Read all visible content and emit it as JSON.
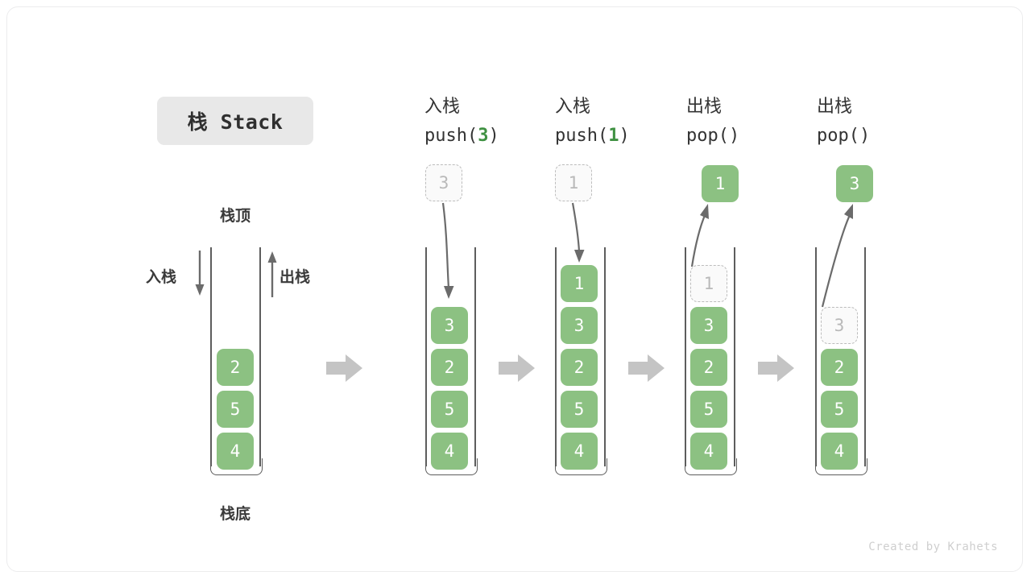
{
  "title": {
    "text": "栈 Stack"
  },
  "labels": {
    "top": "栈顶",
    "bottom": "栈底",
    "push": "入栈",
    "pop": "出栈"
  },
  "footer": {
    "credit": "Created by Krahets"
  },
  "colors": {
    "cell_fill": "#8cc182",
    "cell_text": "#ffffff",
    "ghost_border": "#bdbdbd",
    "ghost_text": "#b9b9b9",
    "accent_green": "#3f9142",
    "arrow_gray": "#c4c4c4",
    "line_gray": "#5d5d5d",
    "badge_bg": "#e8e8e8"
  },
  "columns": [
    {
      "id": "initial",
      "header_line1": "",
      "header_line2": "",
      "incoming": null,
      "popped": null,
      "cells": [
        {
          "value": "2",
          "state": "filled"
        },
        {
          "value": "5",
          "state": "filled"
        },
        {
          "value": "4",
          "state": "filled"
        }
      ]
    },
    {
      "id": "push-3",
      "header_line1": "入栈",
      "header_line2_prefix": "push(",
      "header_line2_value": "3",
      "header_line2_suffix": ")",
      "incoming": {
        "value": "3"
      },
      "popped": null,
      "cells": [
        {
          "value": "3",
          "state": "filled"
        },
        {
          "value": "2",
          "state": "filled"
        },
        {
          "value": "5",
          "state": "filled"
        },
        {
          "value": "4",
          "state": "filled"
        }
      ]
    },
    {
      "id": "push-1",
      "header_line1": "入栈",
      "header_line2_prefix": "push(",
      "header_line2_value": "1",
      "header_line2_suffix": ")",
      "incoming": {
        "value": "1"
      },
      "popped": null,
      "cells": [
        {
          "value": "1",
          "state": "filled"
        },
        {
          "value": "3",
          "state": "filled"
        },
        {
          "value": "2",
          "state": "filled"
        },
        {
          "value": "5",
          "state": "filled"
        },
        {
          "value": "4",
          "state": "filled"
        }
      ]
    },
    {
      "id": "pop-1",
      "header_line1": "出栈",
      "header_line2_prefix": "pop(",
      "header_line2_value": "",
      "header_line2_suffix": ")",
      "incoming": null,
      "popped": {
        "value": "1"
      },
      "cells": [
        {
          "value": "1",
          "state": "ghost"
        },
        {
          "value": "3",
          "state": "filled"
        },
        {
          "value": "2",
          "state": "filled"
        },
        {
          "value": "5",
          "state": "filled"
        },
        {
          "value": "4",
          "state": "filled"
        }
      ]
    },
    {
      "id": "pop-3",
      "header_line1": "出栈",
      "header_line2_prefix": "pop(",
      "header_line2_value": "",
      "header_line2_suffix": ")",
      "incoming": null,
      "popped": {
        "value": "3"
      },
      "cells": [
        {
          "value": "3",
          "state": "ghost"
        },
        {
          "value": "2",
          "state": "filled"
        },
        {
          "value": "5",
          "state": "filled"
        },
        {
          "value": "4",
          "state": "filled"
        }
      ]
    }
  ],
  "separators": [
    {
      "name": "step-arrow-1"
    },
    {
      "name": "step-arrow-2"
    },
    {
      "name": "step-arrow-3"
    },
    {
      "name": "step-arrow-4"
    }
  ]
}
